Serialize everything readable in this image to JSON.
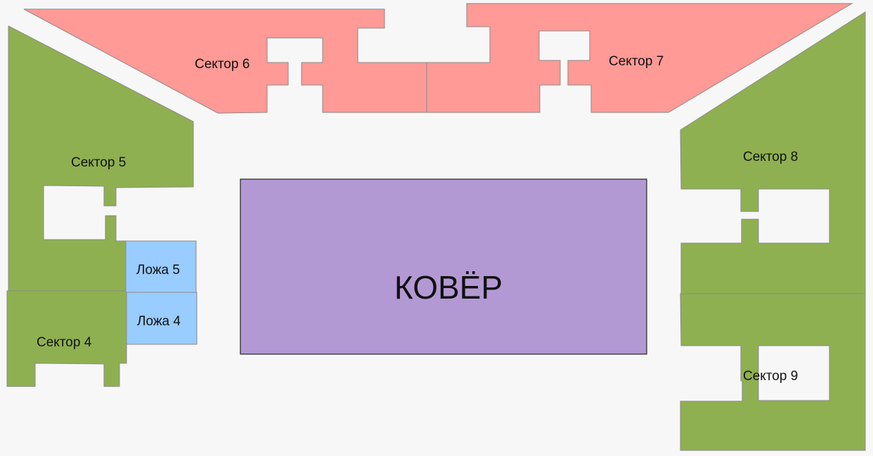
{
  "colors": {
    "background": "#f7f7f7",
    "top_sectors": "#ff9a96",
    "side_sectors": "#8fb050",
    "boxes": "#99ccff",
    "mat": "#b399d4"
  },
  "mat": {
    "label": "КОВЁР"
  },
  "sectors": {
    "s4": "Сектор 4",
    "s5": "Сектор 5",
    "s6": "Сектор 6",
    "s7": "Сектор 7",
    "s8": "Сектор 8",
    "s9": "Сектор 9"
  },
  "boxes": {
    "b4": "Ложа 4",
    "b5": "Ложа 5"
  }
}
